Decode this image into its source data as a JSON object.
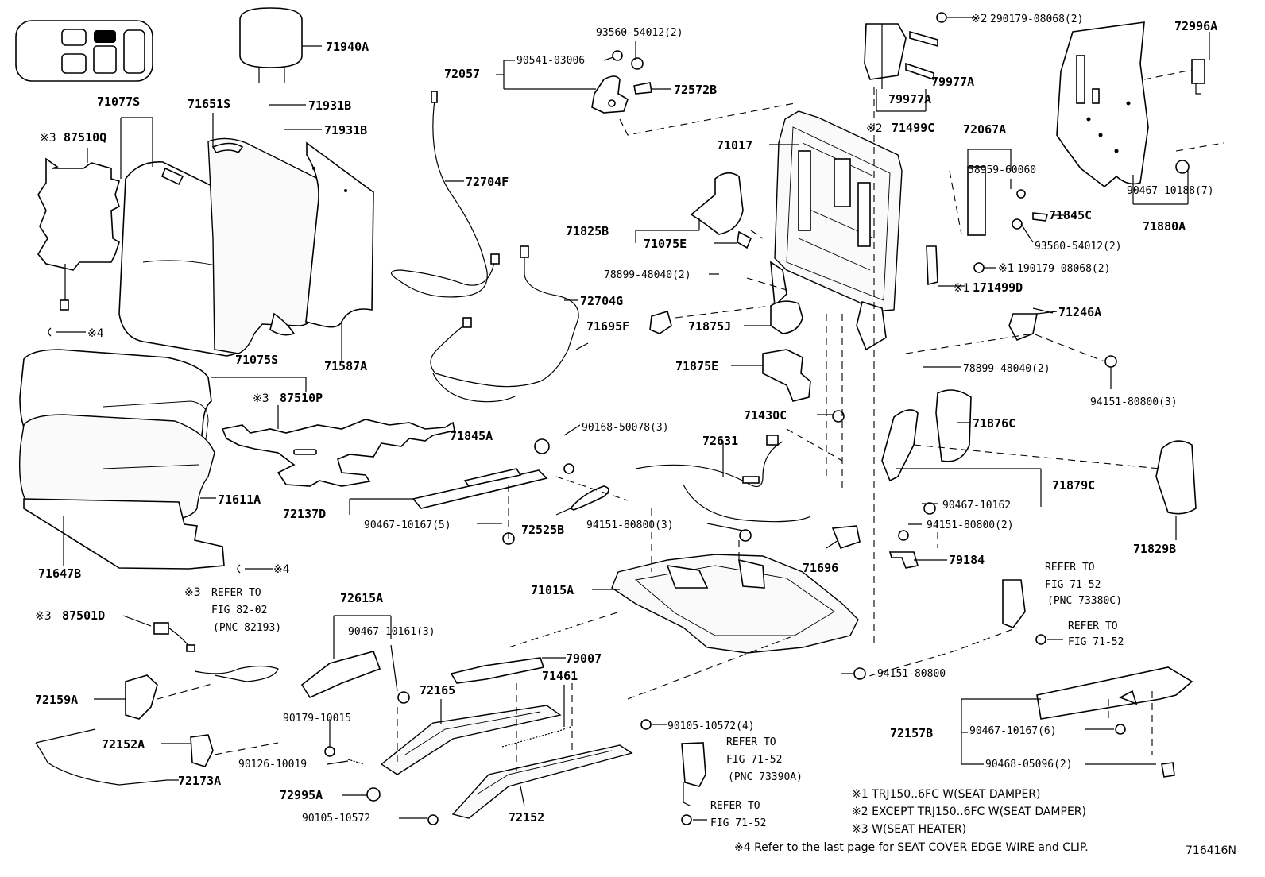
{
  "diagram_id": "716416N",
  "labels": {
    "l71940A": "71940A",
    "l71077S": "71077S",
    "l71651S": "71651S",
    "l71931B_1": "71931B",
    "l71931B_2": "71931B",
    "l87510Q": "87510Q",
    "l71587A": "71587A",
    "l71075S": "71075S",
    "l87510P": "87510P",
    "l71611A": "71611A",
    "l71647B": "71647B",
    "l72057": "72057",
    "l90541": "90541-03006",
    "l93560a": "93560-54012(2)",
    "l72572B": "72572B",
    "l72704F": "72704F",
    "l72704G": "72704G",
    "l290179": "290179-08068(2)",
    "l79977A_1": "79977A",
    "l79977A_2": "79977A",
    "l71499C": "71499C",
    "l72996A": "72996A",
    "l71017": "71017",
    "l72067A": "72067A",
    "l58959": "58959-60060",
    "l71825B": "71825B",
    "l71075E": "71075E",
    "l71845C": "71845C",
    "l93560b": "93560-54012(2)",
    "l90467_7": "90467-10188(7)",
    "l71880A": "71880A",
    "l78899a": "78899-48040(2)",
    "l190179": "190179-08068(2)",
    "l171499D": "171499D",
    "l71246A": "71246A",
    "l71695F": "71695F",
    "l71875J": "71875J",
    "l78899b": "78899-48040(2)",
    "l71875E": "71875E",
    "l94151_3a": "94151-80800(3)",
    "l71430C": "71430C",
    "l71876C": "71876C",
    "l71845A": "71845A",
    "l90168": "90168-50078(3)",
    "l72631": "72631",
    "l72137D": "72137D",
    "l90467_5": "90467-10167(5)",
    "l72525B": "72525B",
    "l94151_3b": "94151-80800(3)",
    "l90467_10162": "90467-10162",
    "l71879C": "71879C",
    "l94151_2": "94151-80800(2)",
    "l71829B": "71829B",
    "l71696": "71696",
    "l79184": "79184",
    "l71015A": "71015A",
    "l72615A": "72615A",
    "l87501D": "87501D",
    "l90467_3": "90467-10161(3)",
    "l79007": "79007",
    "l94151": "94151-80800",
    "l72159A": "72159A",
    "l72165": "72165",
    "l71461": "71461",
    "l90179": "90179-10015",
    "l90105_4": "90105-10572(4)",
    "l90126": "90126-10019",
    "l72152A": "72152A",
    "l72173A": "72173A",
    "l72995A": "72995A",
    "l90105": "90105-10572",
    "l72152": "72152",
    "l72157B": "72157B",
    "l90467_6": "90467-10167(6)",
    "l90468": "90468-05096(2)"
  },
  "marks": {
    "m3a": "※3",
    "m3b": "※3",
    "m3c": "※3",
    "m3d": "※3",
    "m2a": "※2",
    "m2b": "※2",
    "m1a": "※1",
    "m1b": "※1",
    "m4a": "※4",
    "m4b": "※4"
  },
  "refers": {
    "r1_l1": "REFER TO",
    "r1_l2": "FIG 82-02",
    "r1_l3": "(PNC 82193)",
    "r2_l1": "REFER TO",
    "r2_l2": "FIG 71-52",
    "r2_l3": "(PNC 73380C)",
    "r3_l1": "REFER TO",
    "r3_l2": "FIG 71-52",
    "r4_l1": "REFER TO",
    "r4_l2": "FIG 71-52",
    "r4_l3": "(PNC 73390A)",
    "r5_l1": "REFER TO",
    "r5_l2": "FIG 71-52"
  },
  "notes": {
    "n1": "※1 TRJ150..6FC W(SEAT DAMPER)",
    "n2": "※2 EXCEPT TRJ150..6FC W(SEAT DAMPER)",
    "n3": "※3 W(SEAT HEATER)",
    "n4": "※4 Refer to the last page for SEAT COVER EDGE WIRE and CLIP."
  },
  "icons": {
    "seat_locator": "vehicle-seat-position-icon",
    "hog_ring": "hog-ring-clip-icon"
  }
}
